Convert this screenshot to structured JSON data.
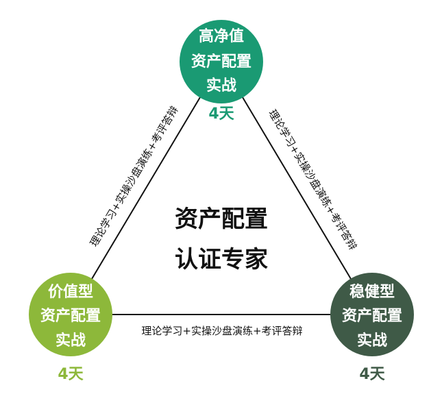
{
  "colors": {
    "top_node": "#1a9a73",
    "left_node": "#8db83a",
    "right_node": "#3f5a47",
    "line": "#111111"
  },
  "nodes": {
    "top": {
      "lines": [
        "高净值",
        "资产配置",
        "实战"
      ],
      "days": "4天"
    },
    "left": {
      "lines": [
        "价值型",
        "资产配置",
        "实战"
      ],
      "days": "4天"
    },
    "right": {
      "lines": [
        "稳健型",
        "资产配置",
        "实战"
      ],
      "days": "4天"
    }
  },
  "edges": {
    "left": "理论学习+实操沙盘演练+考评答辩",
    "right": "理论学习+实操沙盘演练+考评答辩",
    "bottom": "理论学习+实操沙盘演练+考评答辩"
  },
  "center": {
    "lines": [
      "资产配置",
      "认证专家"
    ]
  }
}
